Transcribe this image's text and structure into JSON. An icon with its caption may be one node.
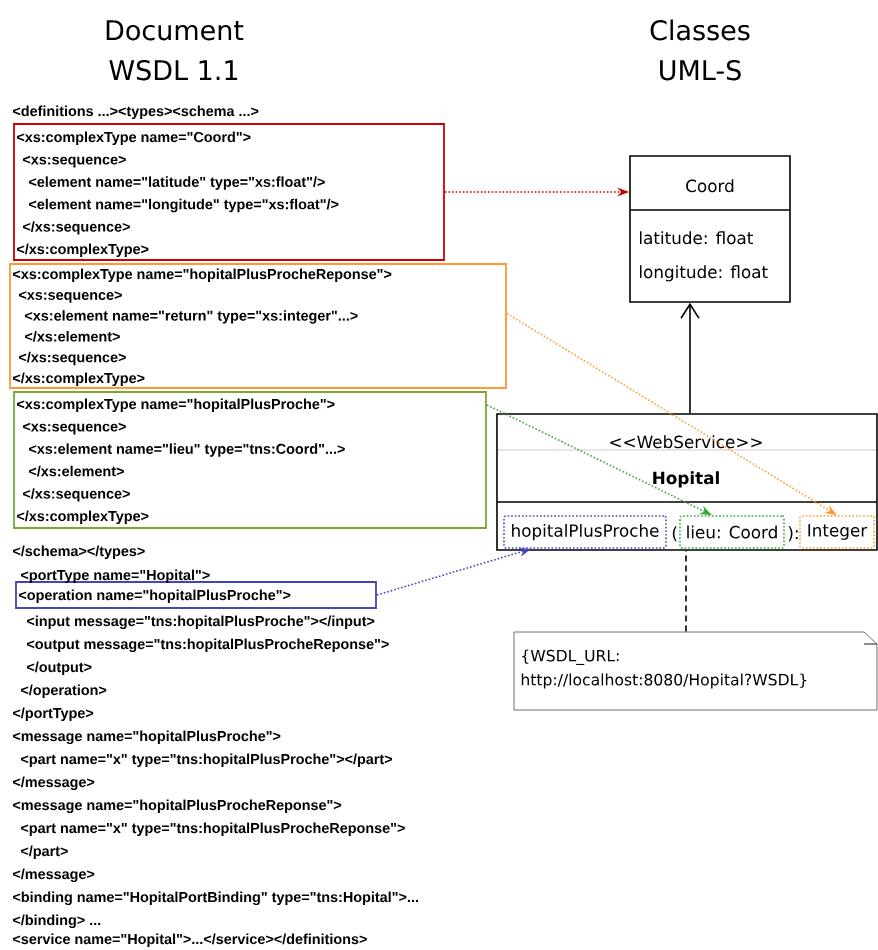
{
  "diagram": {
    "nodes": [
      {
        "text": [
          "<xs:complexType name=\"Coord\">",
          "<xs:sequence>",
          "<element name=\"latitude\" type=\"xs:float\"/>",
          "<element name=\"longitude\" type=\"xs:float\"/>",
          "</xs:sequence>",
          "</xs:complexType>"
        ]
      },
      {
        "text": [
          "<xs:complexType name=\"hopitalPlusProcheReponse\">",
          "<xs:sequence>",
          "<xs:element name=\"return\" type=\"xs:integer\"...>",
          "</xs:element>",
          "</xs:sequence>",
          "</xs:complexType>"
        ]
      },
      {
        "text": [
          "<xs:complexType name=\"hopitalPlusProche\">",
          "<xs:sequence>",
          "<xs:element name=\"lieu\" type=\"tns:Coord\"...>",
          "</xs:element>",
          "</xs:sequence>",
          "</xs:complexType>"
        ]
      },
      {
        "text": [
          "<operation name=\"hopitalPlusProche\">"
        ]
      },
      {
        "text": [
          "Coord",
          "latitude: float",
          "longitude: float"
        ]
      },
      {
        "text": [
          "<<WebService>>",
          "Hopital"
        ]
      },
      {
        "text": [
          "hopitalPlusProche"
        ],
        "in": 5
      },
      {
        "text": [
          "lieu: Coord"
        ],
        "in": 5
      },
      {
        "text": [
          "Integer"
        ],
        "in": 5
      },
      {
        "text": [
          "{WSDL_URL: http://localhost:8080/Hopital?WSDL}"
        ]
      }
    ],
    "edges": [
      {
        "from": 0,
        "to": 4,
        "arrow": "to",
        "style": "dashed",
        "color": "#cc0000"
      },
      {
        "from": 1,
        "to": 8,
        "arrow": "to",
        "style": "dashed",
        "color": "#ff9933"
      },
      {
        "from": 2,
        "to": 7,
        "arrow": "to",
        "style": "dashed",
        "color": "#33aa33"
      },
      {
        "from": 3,
        "to": 6,
        "arrow": "to",
        "style": "dashed",
        "color": "#4444bb"
      },
      {
        "from": 5,
        "to": 4,
        "arrow": "to"
      },
      {
        "from": 9,
        "to": 5,
        "arrow": "none",
        "style": "dashed"
      }
    ],
    "labels": [
      "Document",
      "WSDL 1.1",
      "Classes",
      "UML-S",
      "<definitions ...><types><schema ...>",
      "</schema></types>",
      "<portType name=\"Hopital\">",
      "<input message=\"tns:hopitalPlusProche\"></input>",
      "<output message=\"tns:hopitalPlusProcheReponse\">",
      "</output>",
      "</operation>",
      "</portType>",
      "<message name=\"hopitalPlusProche\">",
      "<part name=\"x\" type=\"tns:hopitalPlusProche\"></part>",
      "</message>",
      "<message name=\"hopitalPlusProcheReponse\">",
      "<part name=\"x\" type=\"tns:hopitalPlusProcheReponse\">",
      "</part>",
      "</message>",
      "<binding name=\"HopitalPortBinding\" type=\"tns:Hopital\">...",
      "</binding> ...",
      "<service name=\"Hopital\">...</service></definitions>",
      "(",
      "):"
    ]
  }
}
